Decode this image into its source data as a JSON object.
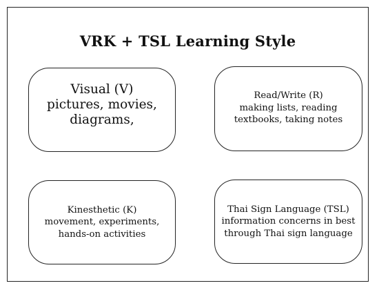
{
  "diagram": {
    "title": "VRK + TSL Learning Style",
    "boxes": {
      "visual": {
        "heading": "Visual (V)",
        "lines": [
          "pictures, movies,",
          "diagrams,"
        ]
      },
      "read_write": {
        "heading": "Read/Write (R)",
        "lines": [
          "making lists, reading",
          "textbooks, taking notes"
        ]
      },
      "kinesthetic": {
        "heading": "Kinesthetic (K)",
        "lines": [
          "movement, experiments,",
          "hands-on activities"
        ]
      },
      "tsl": {
        "heading": "Thai Sign Language (TSL)",
        "lines": [
          "information concerns in best",
          "through Thai sign language"
        ]
      }
    }
  }
}
